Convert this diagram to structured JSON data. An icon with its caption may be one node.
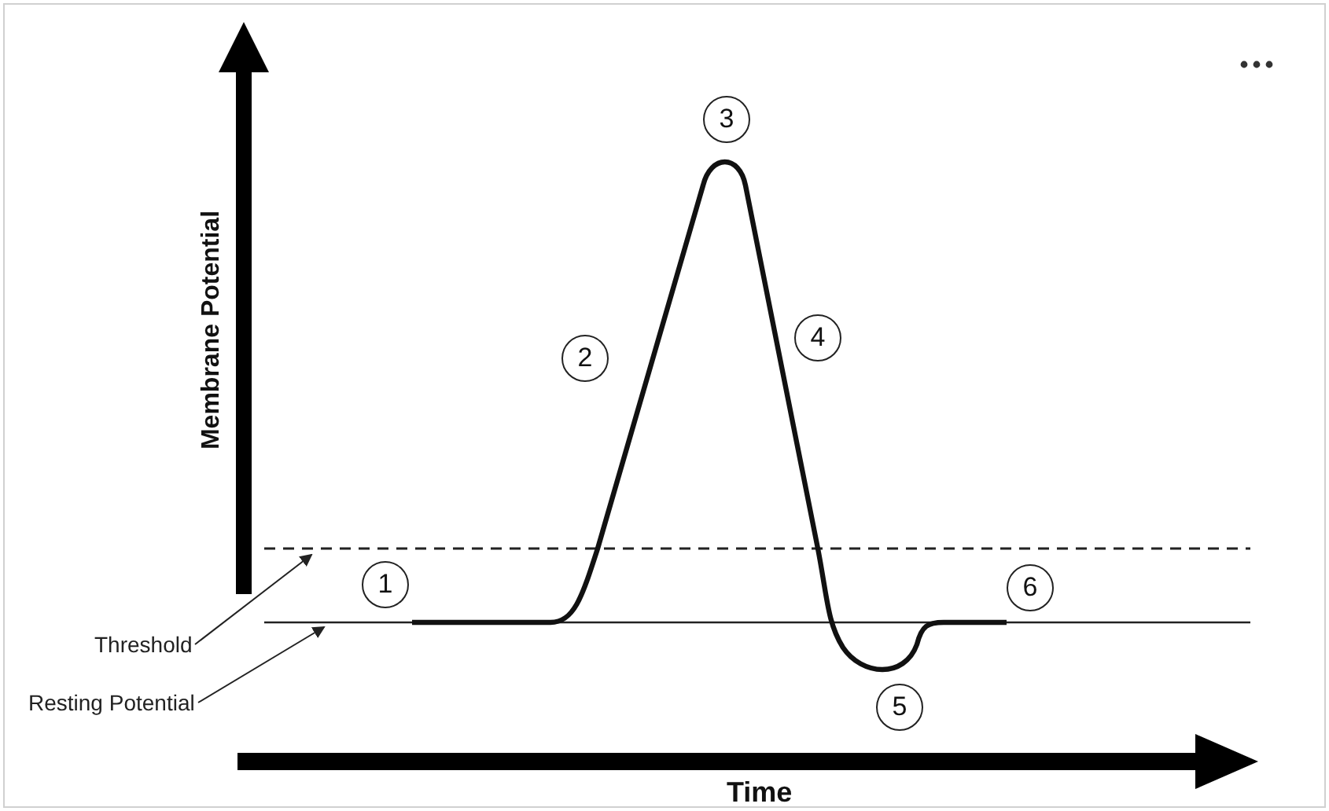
{
  "diagram": {
    "nodes": [
      {
        "text": [
          "1"
        ]
      },
      {
        "text": [
          "2"
        ]
      },
      {
        "text": [
          "3"
        ]
      },
      {
        "text": [
          "4"
        ]
      },
      {
        "text": [
          "5"
        ]
      },
      {
        "text": [
          "6"
        ]
      },
      {
        "text": [
          "Threshold"
        ]
      },
      {
        "text": [
          "Resting Potential"
        ]
      }
    ],
    "edges": [
      {
        "from": 6,
        "to": null,
        "arrow": "to"
      },
      {
        "from": 7,
        "to": null,
        "arrow": "to"
      }
    ],
    "labels": [
      "Membrane Potential",
      "Time"
    ]
  }
}
